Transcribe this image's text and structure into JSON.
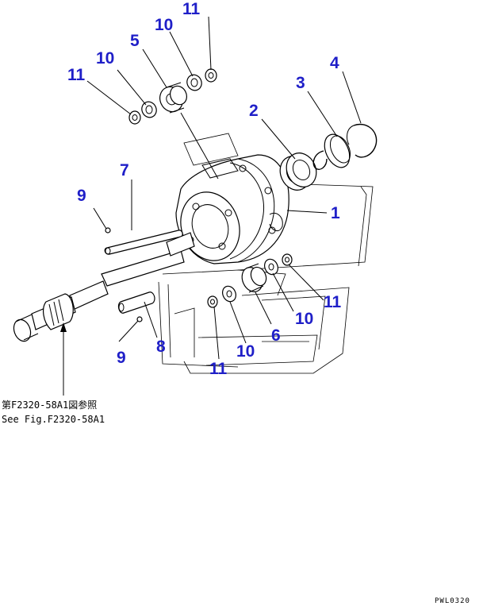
{
  "diagram": {
    "callouts": {
      "c1": "1",
      "c2": "2",
      "c3": "3",
      "c4": "4",
      "c5": "5",
      "c6": "6",
      "c7": "7",
      "c8": "8",
      "c9_top": "9",
      "c9_bottom": "9",
      "c10_a": "10",
      "c10_b": "10",
      "c10_c": "10",
      "c10_d": "10",
      "c11_a": "11",
      "c11_b": "11",
      "c11_c": "11",
      "c11_d": "11"
    },
    "reference_note_jp": "第F2320-58A1図参照",
    "reference_note_en": "See Fig.F2320-58A1",
    "drawing_code": "PWL0320",
    "callout_color": "#1f1fc8"
  }
}
